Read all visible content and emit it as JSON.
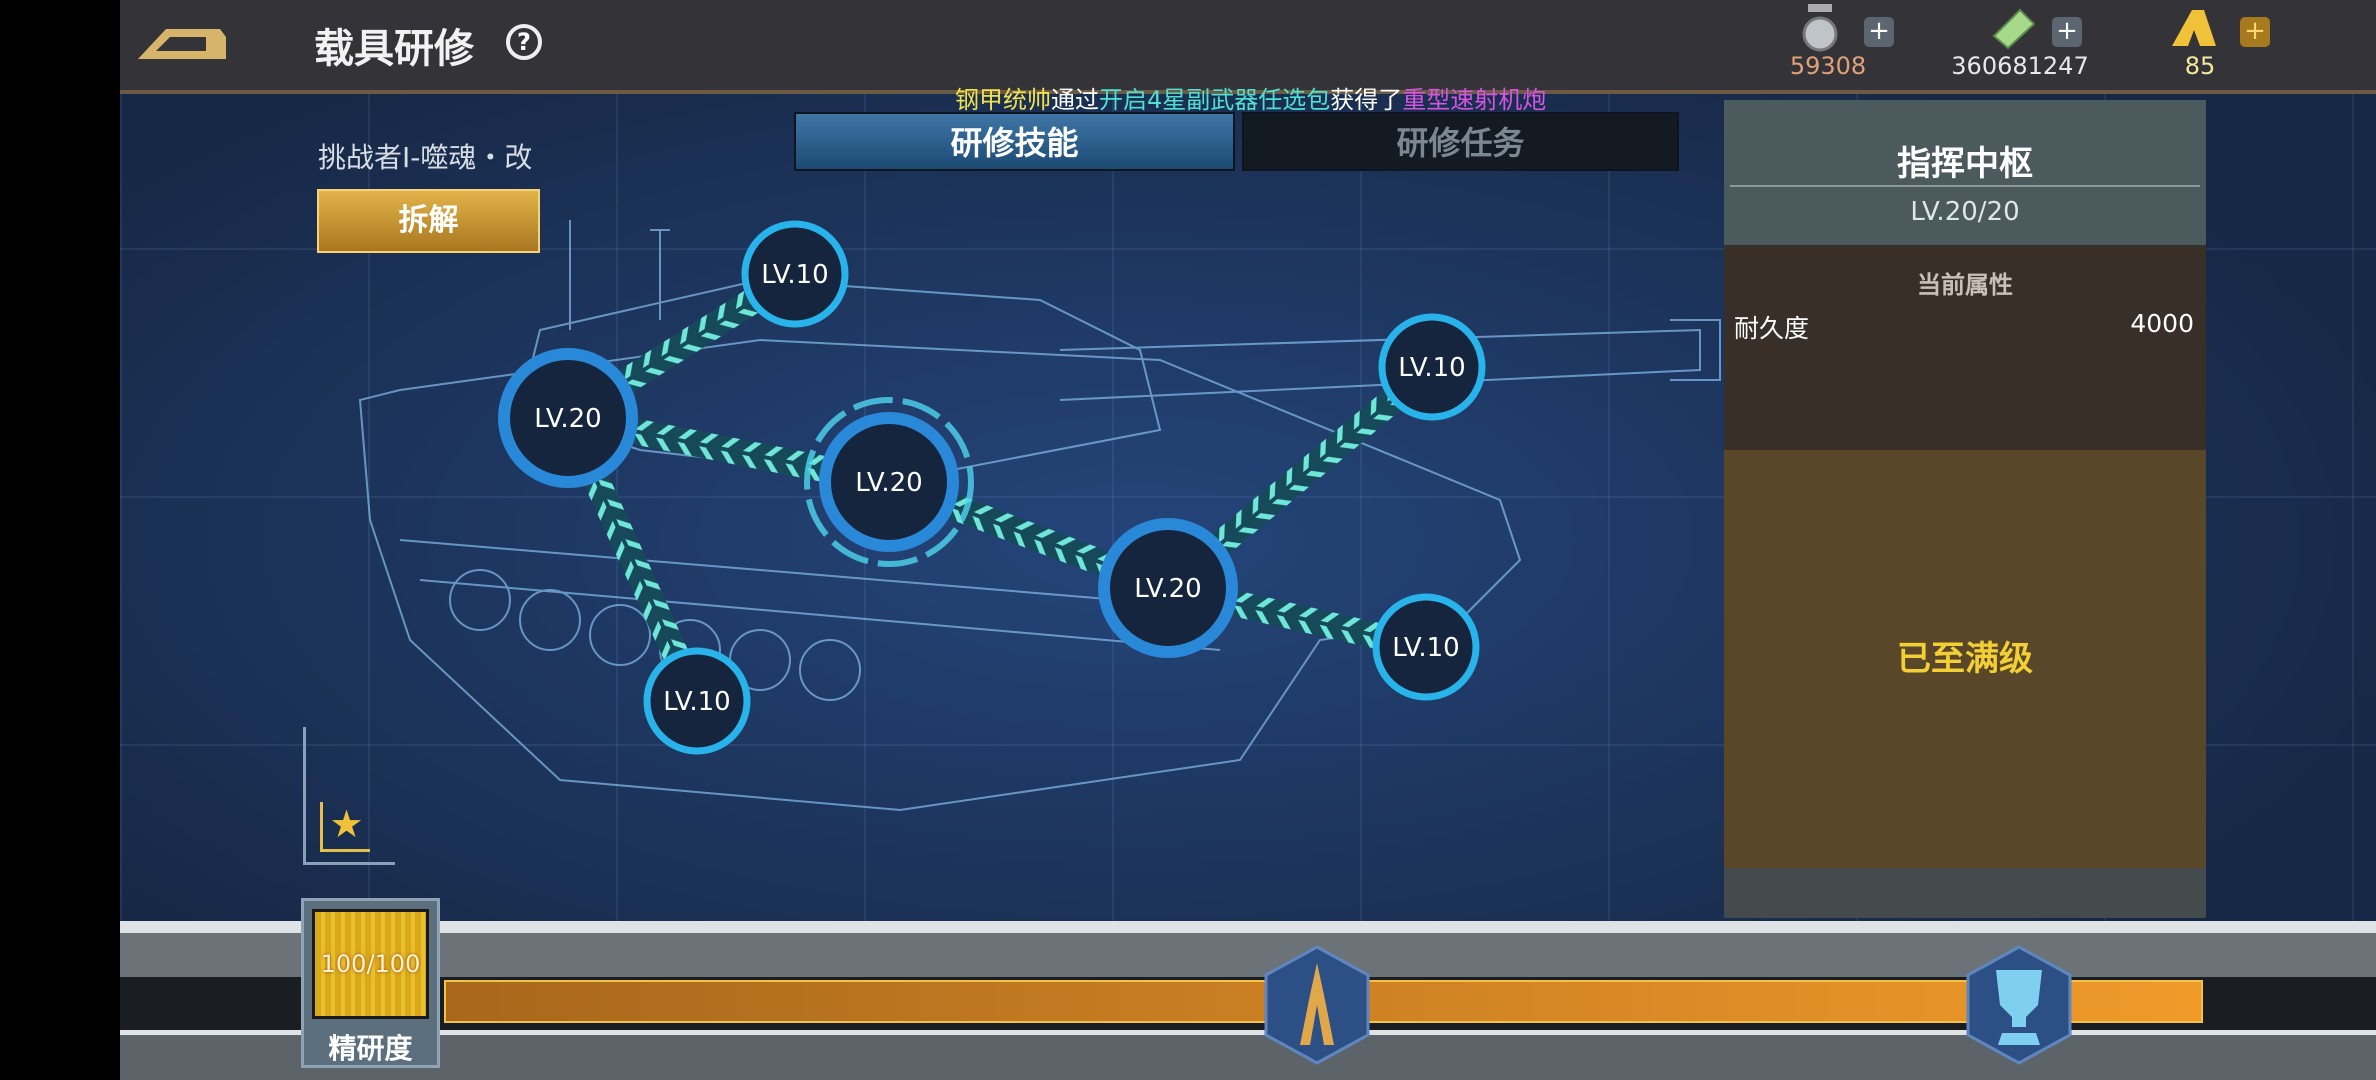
{
  "header": {
    "title": "载具研修",
    "help_icon": "?"
  },
  "currencies": [
    {
      "name": "medal",
      "value": "59308",
      "color": "#e0a07a"
    },
    {
      "name": "cash",
      "value": "360681247",
      "color": "#e8e8e8"
    },
    {
      "name": "gold",
      "value": "85",
      "color": "#f5e7a0"
    }
  ],
  "marquee": {
    "player": "钢甲统帅",
    "via": "通过",
    "item": "开启4星副武器任选包",
    "got": "获得了",
    "reward": "重型速射机炮"
  },
  "tabs": [
    {
      "label": "研修技能",
      "active": true
    },
    {
      "label": "研修任务",
      "active": false
    }
  ],
  "vehicle": {
    "name": "挑战者I-噬魂・改",
    "disassemble": "拆解"
  },
  "nodes": [
    {
      "level": "LV.10"
    },
    {
      "level": "LV.20"
    },
    {
      "level": "LV.20",
      "selected": true
    },
    {
      "level": "LV.10"
    },
    {
      "level": "LV.20"
    },
    {
      "level": "LV.10"
    },
    {
      "level": "LV.10"
    }
  ],
  "panel": {
    "title": "指挥中枢",
    "level": "LV.20/20",
    "attr_header": "当前属性",
    "attr_name": "耐久度",
    "attr_value": "4000",
    "status": "已至满级"
  },
  "progress": {
    "value": "100/100",
    "label": "精研度",
    "fraction": 1.0
  }
}
